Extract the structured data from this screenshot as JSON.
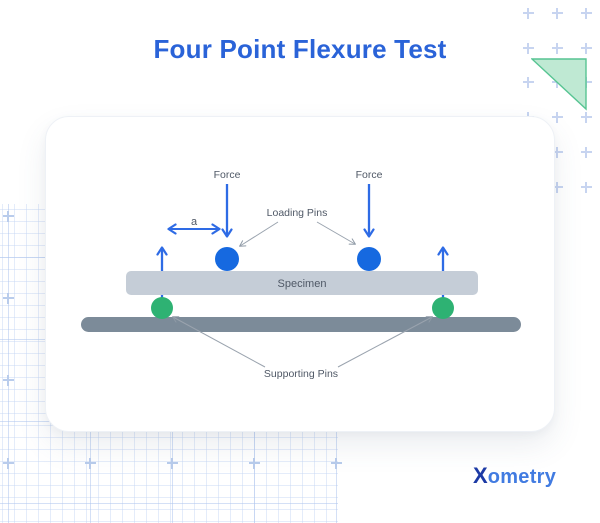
{
  "header": {
    "title": "Four Point Flexure Test"
  },
  "diagram": {
    "force_label": "Force",
    "distance_label": "a",
    "loading_pins_label": "Loading Pins",
    "specimen_label": "Specimen",
    "supporting_pins_label": "Supporting Pins"
  },
  "branding": {
    "logo_first_letter": "X",
    "logo_remainder": "ometry"
  },
  "colors": {
    "title_blue": "#2a63d8",
    "arrow_blue": "#2e6be5",
    "loading_pin_blue": "#1669e0",
    "supporting_pin_green": "#2eb273",
    "specimen_bar_gray": "#c5cdd7",
    "support_bar_gray": "#7c8b99",
    "label_gray": "#4f5866",
    "pointer_gray": "#8f9aa6",
    "triangle_fill": "#bfe9d3",
    "triangle_stroke": "#57c492",
    "plus_pattern_blue": "#c7d4f0",
    "grid_paper_blue": "#b0c7ee"
  }
}
